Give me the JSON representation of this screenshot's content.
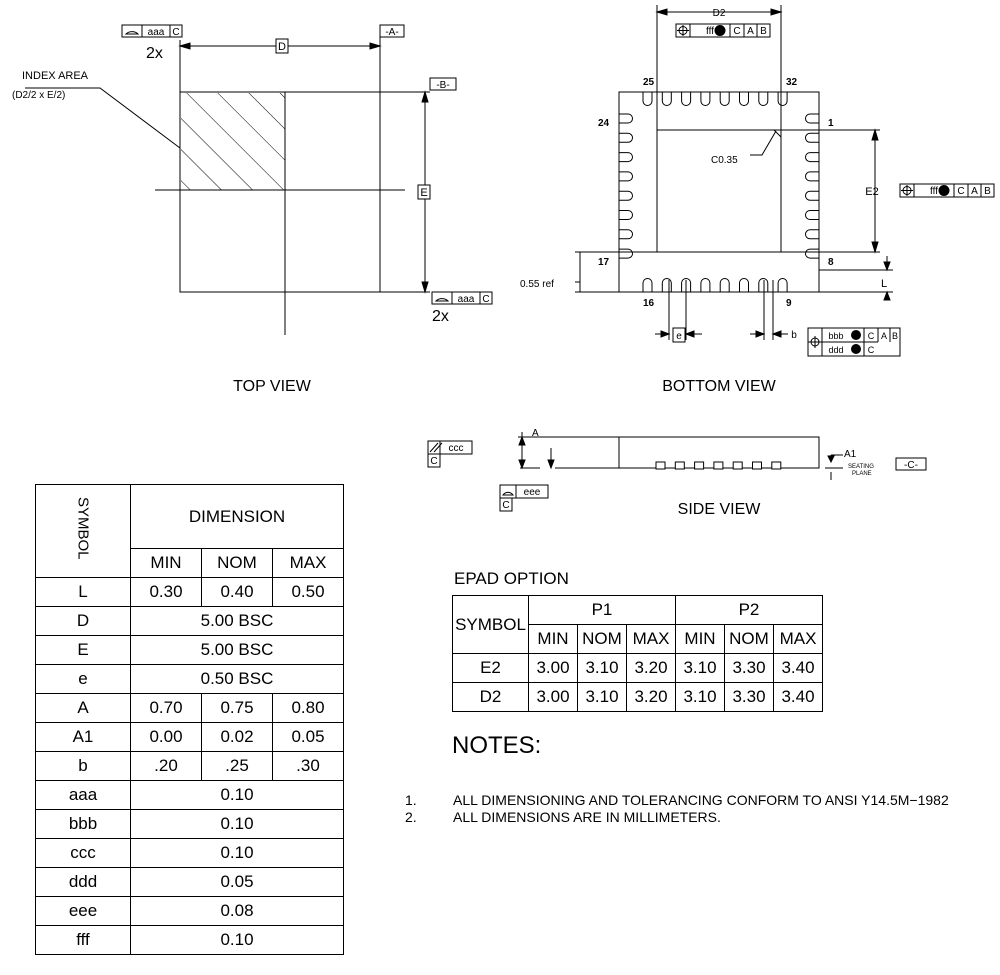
{
  "views": {
    "top_view": "TOP VIEW",
    "bottom_view": "BOTTOM VIEW",
    "side_view": "SIDE VIEW"
  },
  "top_view": {
    "index_area_line1": "INDEX AREA",
    "index_area_line2": "(D2/2 x E/2)",
    "dim_d": "D",
    "dim_e": "E",
    "datum_a": "-A-",
    "datum_b": "-B-",
    "tol_aaa": "aaa",
    "tol_c": "C",
    "two_x": "2x"
  },
  "bottom_view": {
    "dim_d2": "D2",
    "dim_e2": "E2",
    "dim_e": "e",
    "dim_b": "b",
    "dim_l": "L",
    "chamfer": "C0.35",
    "ref_055": "0.55 ref",
    "pin_1": "1",
    "pin_8": "8",
    "pin_9": "9",
    "pin_16": "16",
    "pin_17": "17",
    "pin_24": "24",
    "pin_25": "25",
    "pin_32": "32",
    "fcf_fff": "fff",
    "fcf_c": "C",
    "fcf_a": "A",
    "fcf_b": "B",
    "fcf_bbb": "bbb",
    "fcf_ddd": "ddd"
  },
  "side_view": {
    "dim_a": "A",
    "dim_a1": "A1",
    "seating_1": "SEATING",
    "seating_2": "PLANE",
    "datum_c": "-C-",
    "tol_ccc": "ccc",
    "tol_eee": "eee",
    "tol_c": "C"
  },
  "dimension_table": {
    "symbol_header": "SYMBOL",
    "dimension_header": "DIMENSION",
    "min": "MIN",
    "nom": "NOM",
    "max": "MAX",
    "rows": [
      {
        "symbol": "L",
        "min": "0.30",
        "nom": "0.40",
        "max": "0.50"
      },
      {
        "symbol": "D",
        "span": "5.00  BSC"
      },
      {
        "symbol": "E",
        "span": "5.00  BSC"
      },
      {
        "symbol": "e",
        "span": "0.50  BSC"
      },
      {
        "symbol": "A",
        "min": "0.70",
        "nom": "0.75",
        "max": "0.80"
      },
      {
        "symbol": "A1",
        "min": "0.00",
        "nom": "0.02",
        "max": "0.05"
      },
      {
        "symbol": "b",
        "min": ".20",
        "nom": ".25",
        "max": ".30"
      },
      {
        "symbol": "aaa",
        "span": "0.10"
      },
      {
        "symbol": "bbb",
        "span": "0.10"
      },
      {
        "symbol": "ccc",
        "span": "0.10"
      },
      {
        "symbol": "ddd",
        "span": "0.05"
      },
      {
        "symbol": "eee",
        "span": "0.08"
      },
      {
        "symbol": "fff",
        "span": "0.10"
      }
    ]
  },
  "epad": {
    "title": "EPAD  OPTION",
    "symbol_header": "SYMBOL",
    "p1": "P1",
    "p2": "P2",
    "min": "MIN",
    "nom": "NOM",
    "max": "MAX",
    "rows": [
      {
        "symbol": "E2",
        "p1_min": "3.00",
        "p1_nom": "3.10",
        "p1_max": "3.20",
        "p2_min": "3.10",
        "p2_nom": "3.30",
        "p2_max": "3.40"
      },
      {
        "symbol": "D2",
        "p1_min": "3.00",
        "p1_nom": "3.10",
        "p1_max": "3.20",
        "p2_min": "3.10",
        "p2_nom": "3.30",
        "p2_max": "3.40"
      }
    ]
  },
  "notes": {
    "title": "NOTES:",
    "items": [
      {
        "num": "1.",
        "text": "ALL DIMENSIONING AND TOLERANCING CONFORM TO ANSI Y14.5M−1982"
      },
      {
        "num": "2.",
        "text": "ALL DIMENSIONS ARE IN MILLIMETERS."
      }
    ]
  }
}
